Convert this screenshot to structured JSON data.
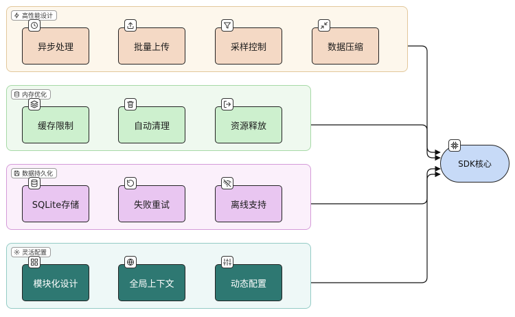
{
  "groups": [
    {
      "title": "高性能设计",
      "title_icon": "lightning-icon",
      "border": "#e2c79a",
      "bg": "#fdf7ec",
      "node_fill": "#f4d9c5",
      "node_text": "#1b1b1b",
      "nodes": [
        {
          "label": "异步处理",
          "icon": "clock-icon"
        },
        {
          "label": "批量上传",
          "icon": "upload-icon"
        },
        {
          "label": "采样控制",
          "icon": "filter-icon"
        },
        {
          "label": "数据压缩",
          "icon": "compress-icon"
        }
      ]
    },
    {
      "title": "内存优化",
      "title_icon": "database-icon",
      "border": "#a6d9a6",
      "bg": "#eff9ef",
      "node_fill": "#cdf0ce",
      "node_text": "#1b1b1b",
      "nodes": [
        {
          "label": "缓存限制",
          "icon": "layers-icon"
        },
        {
          "label": "自动清理",
          "icon": "trash-icon"
        },
        {
          "label": "资源释放",
          "icon": "exit-icon"
        }
      ]
    },
    {
      "title": "数据持久化",
      "title_icon": "save-icon",
      "border": "#d49ad8",
      "bg": "#fbf0fb",
      "node_fill": "#e9c6f1",
      "node_text": "#1b1b1b",
      "nodes": [
        {
          "label": "SQLite存储",
          "icon": "database-icon"
        },
        {
          "label": "失败重试",
          "icon": "retry-icon"
        },
        {
          "label": "离线支持",
          "icon": "wifi-off-icon"
        }
      ]
    },
    {
      "title": "灵活配置",
      "title_icon": "gear-icon",
      "border": "#93cbc5",
      "bg": "#eef8f7",
      "node_fill": "#2e7872",
      "node_text": "#ffffff",
      "nodes": [
        {
          "label": "模块化设计",
          "icon": "grid-icon"
        },
        {
          "label": "全局上下文",
          "icon": "globe-icon"
        },
        {
          "label": "动态配置",
          "icon": "sliders-icon"
        }
      ]
    }
  ],
  "core": {
    "label": "SDK核心",
    "icon": "chip-icon",
    "fill": "#c7daf7"
  }
}
